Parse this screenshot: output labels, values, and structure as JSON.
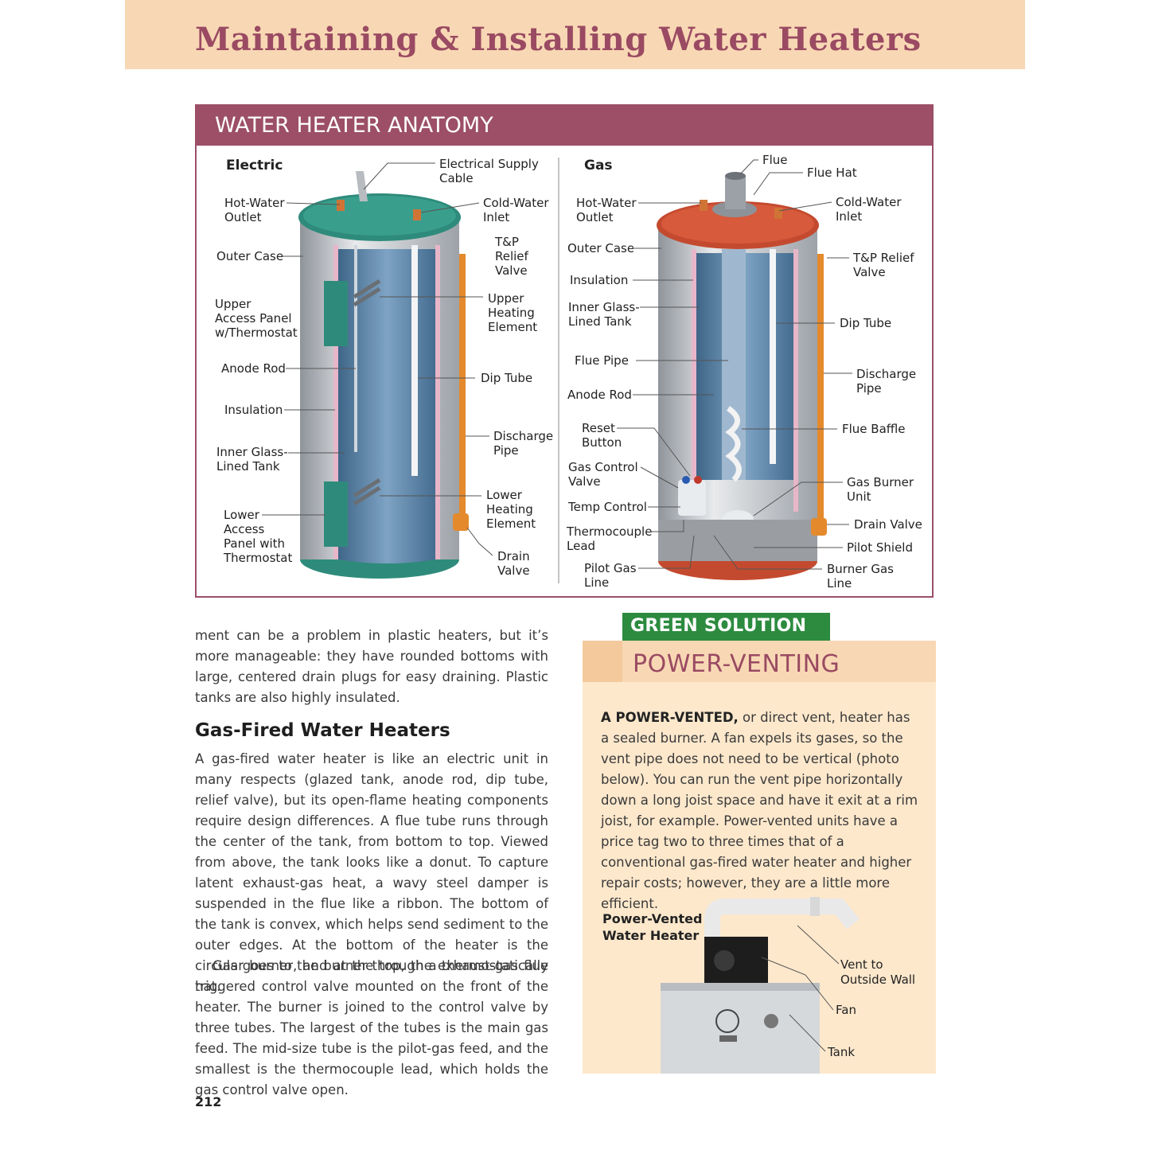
{
  "header": {
    "title": "Maintaining & Installing Water Heaters"
  },
  "anatomy": {
    "title": "WATER HEATER ANATOMY",
    "electric": {
      "heading": "Electric",
      "labels": {
        "supply_cable": [
          "Electrical Supply",
          "Cable"
        ],
        "hot_outlet": [
          "Hot-Water",
          "Outlet"
        ],
        "cold_inlet": [
          "Cold-Water",
          "Inlet"
        ],
        "outer_case": [
          "Outer Case"
        ],
        "tp_valve": [
          "T&P",
          "Relief",
          "Valve"
        ],
        "upper_panel": [
          "Upper",
          "Access Panel",
          "w/Thermostat"
        ],
        "upper_element": [
          "Upper",
          "Heating",
          "Element"
        ],
        "anode_rod": [
          "Anode Rod"
        ],
        "dip_tube": [
          "Dip Tube"
        ],
        "insulation": [
          "Insulation"
        ],
        "discharge_pipe": [
          "Discharge",
          "Pipe"
        ],
        "inner_tank": [
          "Inner Glass-",
          "Lined Tank"
        ],
        "lower_element": [
          "Lower",
          "Heating",
          "Element"
        ],
        "lower_panel": [
          "Lower",
          "Access",
          "Panel with",
          "Thermostat"
        ],
        "drain_valve": [
          "Drain",
          "Valve"
        ]
      }
    },
    "gas": {
      "heading": "Gas",
      "labels": {
        "flue": [
          "Flue"
        ],
        "flue_hat": [
          "Flue Hat"
        ],
        "hot_outlet": [
          "Hot-Water",
          "Outlet"
        ],
        "cold_inlet": [
          "Cold-Water",
          "Inlet"
        ],
        "outer_case": [
          "Outer Case"
        ],
        "tp_valve": [
          "T&P Relief",
          "Valve"
        ],
        "insulation": [
          "Insulation"
        ],
        "inner_tank": [
          "Inner Glass-",
          "Lined Tank"
        ],
        "dip_tube": [
          "Dip Tube"
        ],
        "flue_pipe": [
          "Flue Pipe"
        ],
        "discharge_pipe": [
          "Discharge",
          "Pipe"
        ],
        "anode_rod": [
          "Anode Rod"
        ],
        "reset_button": [
          "Reset",
          "Button"
        ],
        "flue_baffle": [
          "Flue Baffle"
        ],
        "gas_control": [
          "Gas Control",
          "Valve"
        ],
        "burner_unit": [
          "Gas Burner",
          "Unit"
        ],
        "temp_control": [
          "Temp Control"
        ],
        "drain_valve": [
          "Drain Valve"
        ],
        "thermocouple": [
          "Thermocouple",
          "Lead"
        ],
        "pilot_shield": [
          "Pilot Shield"
        ],
        "pilot_line": [
          "Pilot Gas",
          "Line"
        ],
        "burner_line": [
          "Burner Gas",
          "Line"
        ]
      }
    }
  },
  "body": {
    "intro": "ment can be a problem in plastic heaters, but it’s more manageable: they have rounded bottoms with large, centered drain plugs for easy draining. Plastic tanks are also highly insulated.",
    "heading": "Gas-Fired Water Heaters",
    "para1": "A gas-fired water heater is like an electric unit in many respects (glazed tank, anode rod, dip tube, relief valve), but its open-flame heating components require design differences. A flue tube runs through the center of the tank, from bottom to top. Viewed from above, the tank looks like a donut. To capture latent exhaust-gas heat, a wavy steel damper is suspended in the flue like a ribbon. The bottom of the tank is convex, which helps send sediment to the outer edges. At the bottom of the heater is the circular burner, and at the top, the exhaust-gas flue hat.",
    "para2": "Gas goes to the burner through a thermostatically triggered control valve mounted on the front of the heater. The burner is joined to the control valve by three tubes. The largest of the tubes is the main gas feed. The mid-size tube is the pilot-gas feed, and the smallest is the thermocouple lead, which holds the gas control valve open.",
    "page_number": "212"
  },
  "sidebar": {
    "tag": "GREEN SOLUTION",
    "title": "POWER-VENTING",
    "lead": "A POWER-VENTED,",
    "text": " or direct vent, heater has a sealed burner. A fan expels its gases, so the vent pipe does not need to be vertical (photo below). You can run the vent pipe horizontally down a long joist space and have it exit at a rim joist, for example. Power-vented units have a price tag two to three times that of a conventional gas-fired water heater and higher repair costs; however, they are a little more efficient.",
    "figure": {
      "heading": [
        "Power-Vented",
        "Water Heater"
      ],
      "vent": [
        "Vent to",
        "Outside Wall"
      ],
      "fan": [
        "Fan"
      ],
      "tank": [
        "Tank"
      ]
    }
  },
  "colors": {
    "title": "#9a4a62",
    "header_band": "#f8d8b4",
    "anatomy_border": "#9c4f67",
    "green_tag": "#2c8b3f",
    "electric_top": "#2e8b7b",
    "gas_top": "#c44a2f",
    "tank_blue": "#5f88ad"
  }
}
